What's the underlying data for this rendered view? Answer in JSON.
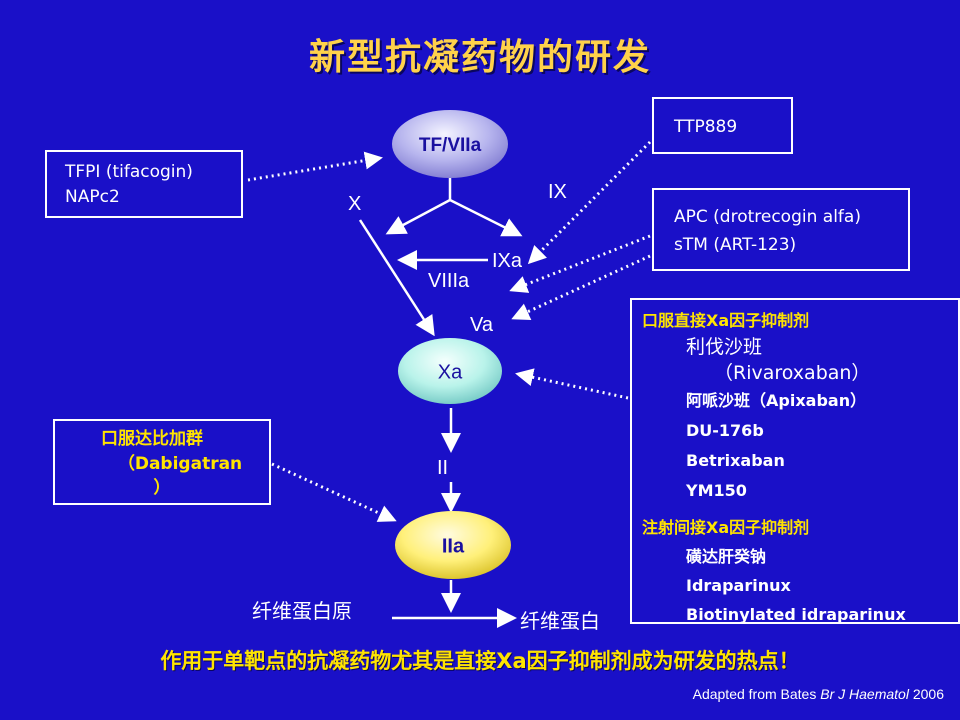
{
  "title": "新型抗凝药物的研发",
  "nodes": {
    "tf": "TF/VIIa",
    "xa": "Xa",
    "iia": "IIa"
  },
  "factors": {
    "x": "X",
    "ix": "IX",
    "ixa": "IXa",
    "viiia": "VIIIa",
    "va": "Va",
    "ii": "II",
    "fibrinogen": "纤维蛋白原",
    "fibrin": "纤维蛋白"
  },
  "boxes": {
    "tfpi": [
      "TFPI (tifacogin)",
      "NAPc2"
    ],
    "ttp": [
      "TTP889"
    ],
    "apc": [
      "APC (drotrecogin alfa)",
      "sTM (ART-123)"
    ],
    "dabigatran": [
      "口服达比加群",
      "（Dabigatran",
      "）"
    ],
    "xa_inhibitors": {
      "oral_heading": "口服直接Xa因子抑制剂",
      "oral_items": [
        "利伐沙班",
        "（Rivaroxaban）",
        "阿哌沙班（Apixaban）",
        "DU-176b",
        "Betrixaban",
        "YM150"
      ],
      "inj_heading": "注射间接Xa因子抑制剂",
      "inj_items": [
        "磺达肝癸钠",
        "Idraparinux",
        "Biotinylated idraparinux"
      ]
    }
  },
  "caption": "作用于单靶点的抗凝药物尤其是直接Xa因子抑制剂成为研发的热点！",
  "credit": {
    "prefix": "Adapted from Bates ",
    "journal": "Br J Haematol",
    "year": " 2006"
  }
}
